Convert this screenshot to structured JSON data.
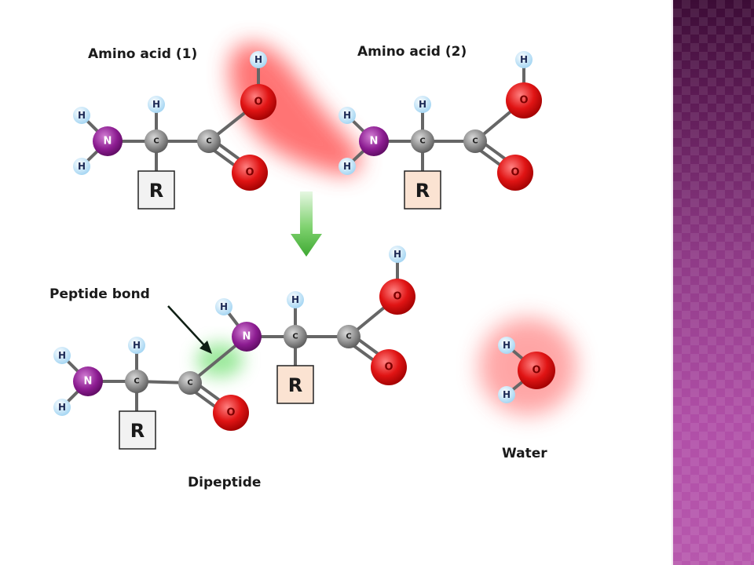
{
  "labels": {
    "amino_acid_1": "Amino acid (1)",
    "amino_acid_2": "Amino acid (2)",
    "peptide_bond": "Peptide bond",
    "dipeptide": "Dipeptide",
    "water": "Water"
  },
  "atoms": {
    "h": "H",
    "o": "O",
    "n": "N",
    "c": "C",
    "r": "R"
  },
  "colors": {
    "hydrogen": "#bfe3f8",
    "oxygen": "#d40f0f",
    "nitrogen": "#8b1a8f",
    "carbon": "#8a8a8a",
    "highlight_red": "#ff5f5f",
    "highlight_green": "#7de07d",
    "arrow_green": "#4cbb3c",
    "r_box_1": "#f2f2f2",
    "r_box_2": "#fbe3d2",
    "sidebar": "#8e3a86"
  }
}
